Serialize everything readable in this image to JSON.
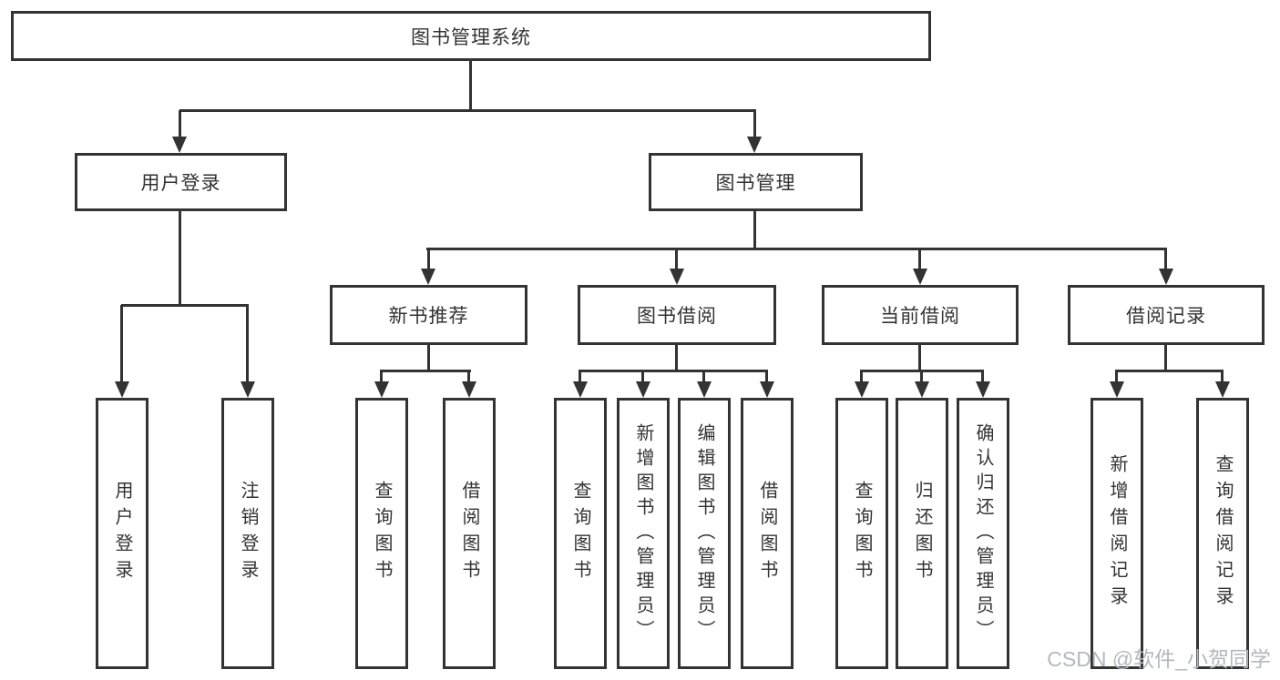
{
  "nodes": {
    "root": "图书管理系统",
    "level2": [
      "用户登录",
      "图书管理"
    ],
    "level3": [
      "新书推荐",
      "图书借阅",
      "当前借阅",
      "借阅记录"
    ],
    "leaves": {
      "user_login": [
        "用户登录",
        "注销登录"
      ],
      "new_book": [
        "查询图书",
        "借阅图书"
      ],
      "book_borrow": [
        "查询图书",
        "新增图书（管理员）",
        "编辑图书（管理员）",
        "借阅图书"
      ],
      "current_borrow": [
        "查询图书",
        "归还图书",
        "确认归还（管理员）"
      ],
      "borrow_record": [
        "新增借阅记录",
        "查询借阅记录"
      ]
    }
  },
  "watermark": "CSDN @软件_小贺同学",
  "colors": {
    "line": "#333333",
    "text": "#333333",
    "background": "#ffffff",
    "watermark": "#b4b8be"
  }
}
